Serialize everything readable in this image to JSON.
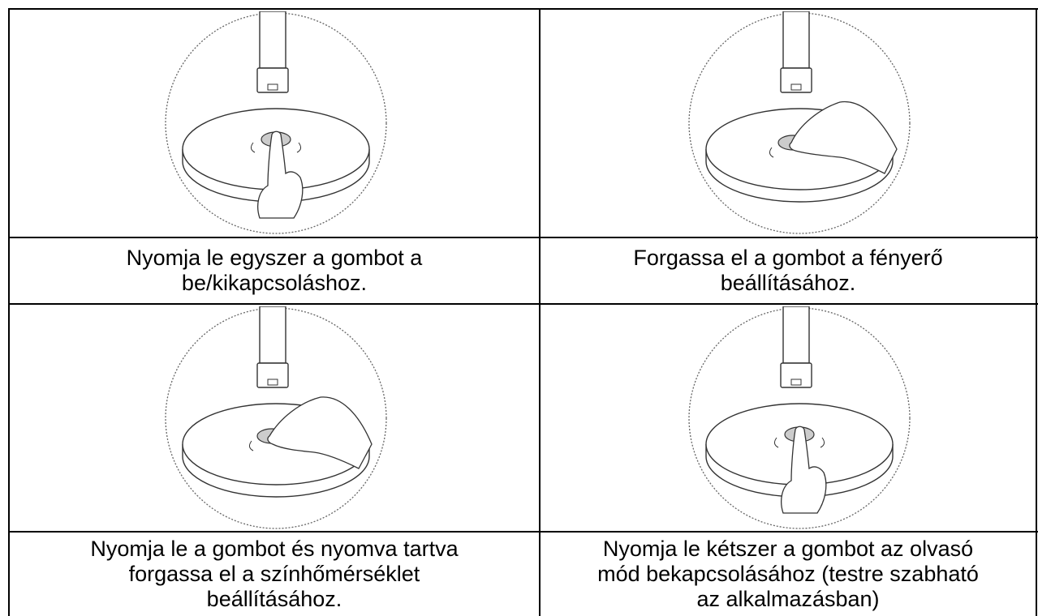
{
  "instructions": [
    {
      "caption": "Nyomja le egyszer a gombot a\nbe/kikapcsoláshoz.",
      "gesture": "press",
      "illustration": "lamp-base-press-illustration"
    },
    {
      "caption": "Forgassa el a gombot a fényerő\nbeállításához.",
      "gesture": "rotate",
      "illustration": "lamp-base-rotate-illustration"
    },
    {
      "caption": "Nyomja le a gombot és nyomva tartva\nforgassa el a színhőmérséklet\nbeállításához.",
      "gesture": "press-rotate",
      "illustration": "lamp-base-press-rotate-illustration"
    },
    {
      "caption": "Nyomja le kétszer a gombot az olvasó\nmód bekapcsolásához (testre szabható\naz alkalmazásban)",
      "gesture": "double-press",
      "illustration": "lamp-base-double-press-illustration"
    }
  ]
}
